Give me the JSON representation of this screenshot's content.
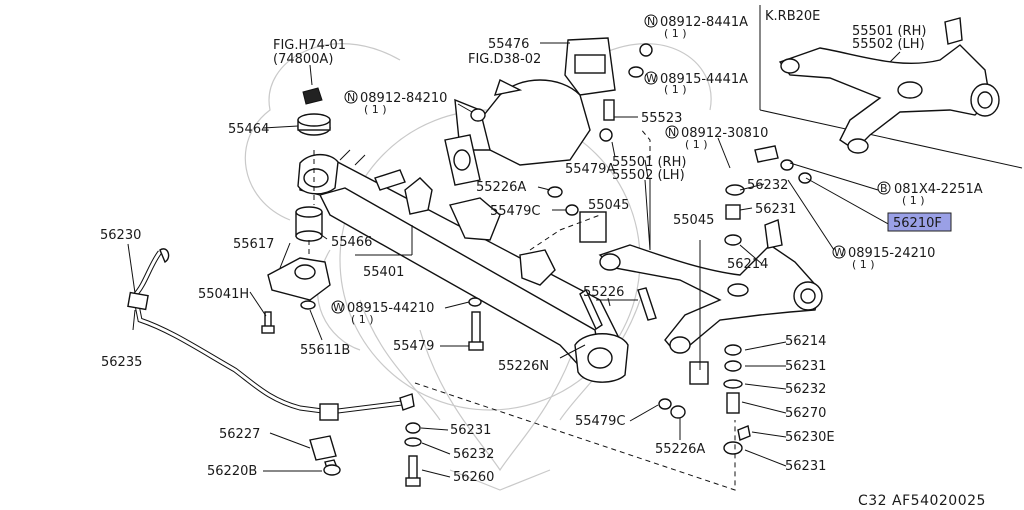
{
  "diagram": {
    "header_labels": {
      "fig_h74": "FIG.H74-01",
      "fig_h74_sub": "(74800A)",
      "fig_d38": "FIG.D38-02",
      "variant": "K.RB20E"
    },
    "parts": {
      "p55476": "55476",
      "n08912_8441a": "08912-8441A",
      "n08912_8441a_q": "( 1 )",
      "w08915_4441a": "08915-4441A",
      "w08915_4441a_q": "( 1 )",
      "n08912_84210": "08912-84210",
      "n08912_84210_q": "( 1 )",
      "p55464": "55464",
      "p55523": "55523",
      "n08912_30810": "08912-30810",
      "n08912_30810_q": "( 1 )",
      "p55479a": "55479A",
      "p55501_rh": "55501 (RH)",
      "p55502_lh": "55502 (LH)",
      "p55226a_top": "55226A",
      "p55479c_top": "55479C",
      "p55045_a": "55045",
      "p55045_b": "55045",
      "p56232_top": "56232",
      "p56231_top": "56231",
      "b081x4_2251a": "081X4-2251A",
      "b081x4_2251a_q": "( 1 )",
      "p56210f": "56210F",
      "w08915_24210": "08915-24210",
      "w08915_24210_q": "( 1 )",
      "p56214_top": "56214",
      "p56230": "56230",
      "p55617": "55617",
      "p55466": "55466",
      "p55401": "55401",
      "p55041h": "55041H",
      "p55226": "55226",
      "w08915_44210": "08915-44210",
      "w08915_44210_q": "( 1 )",
      "p55611b": "55611B",
      "p56235": "56235",
      "p55479": "55479",
      "p55226n": "55226N",
      "p56214_bot": "56214",
      "p56231_mid": "56231",
      "p56232_mid": "56232",
      "p56270": "56270",
      "p56230e": "56230E",
      "p56231_bot": "56231",
      "p55479c_bot": "55479C",
      "p55226a_bot": "55226A",
      "p56227": "56227",
      "p56231_low": "56231",
      "p56232_low": "56232",
      "p56220b": "56220B",
      "p56260": "56260",
      "inset_55501": "55501 (RH)",
      "inset_55502": "55502 (LH)"
    },
    "prefix_n": "N",
    "prefix_w": "W",
    "prefix_b": "B",
    "footer_code": "C32  AF54020025",
    "highlight_color": "#9aa0e6"
  }
}
